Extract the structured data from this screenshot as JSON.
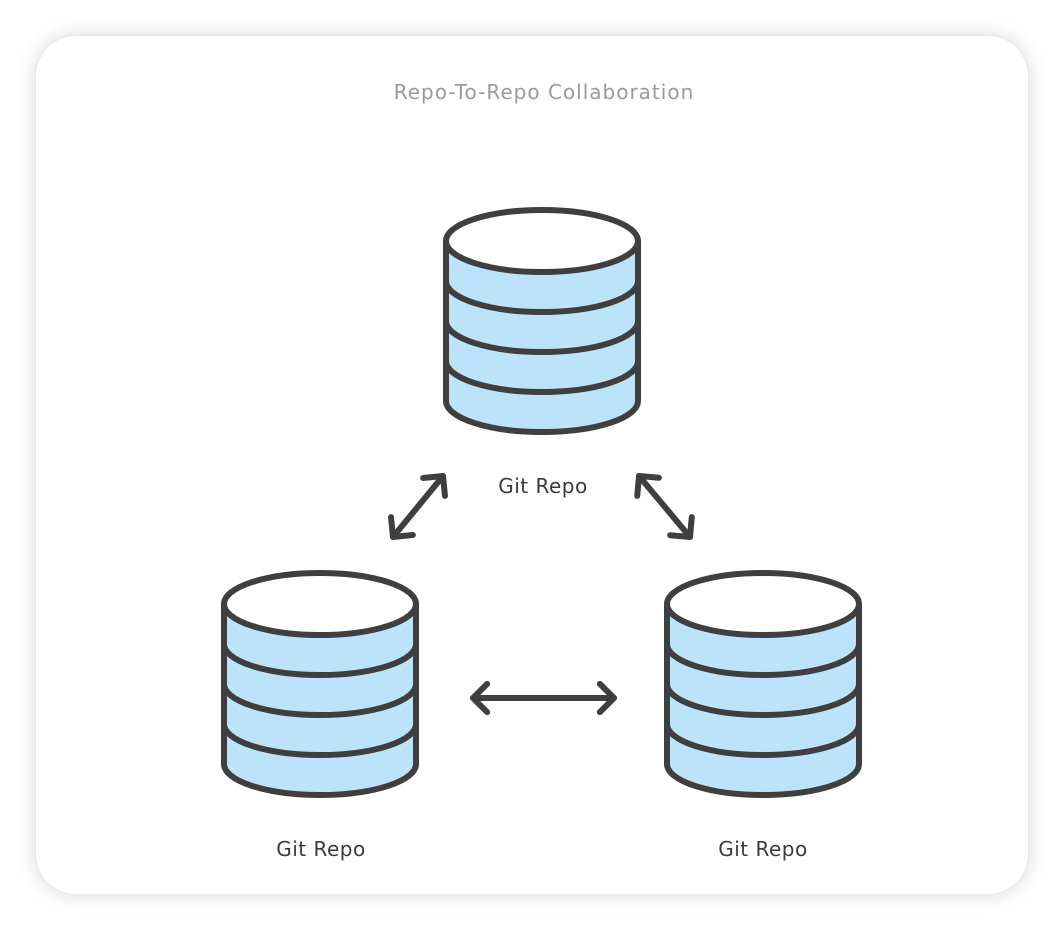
{
  "diagram": {
    "title": "Repo-To-Repo Collaboration",
    "colors": {
      "stroke": "#3f3f3f",
      "body_fill": "#bde3fb",
      "top_fill": "#ffffff",
      "title_text": "#9a9a9a",
      "label_text": "#3a3a3a"
    },
    "repos": [
      {
        "id": "top",
        "label": "Git Repo",
        "icon": "database-icon"
      },
      {
        "id": "left",
        "label": "Git Repo",
        "icon": "database-icon"
      },
      {
        "id": "right",
        "label": "Git Repo",
        "icon": "database-icon"
      }
    ],
    "links": [
      {
        "from": "top",
        "to": "left",
        "kind": "bidirectional",
        "icon": "double-arrow-icon"
      },
      {
        "from": "top",
        "to": "right",
        "kind": "bidirectional",
        "icon": "double-arrow-icon"
      },
      {
        "from": "left",
        "to": "right",
        "kind": "bidirectional",
        "icon": "double-arrow-icon"
      }
    ]
  }
}
